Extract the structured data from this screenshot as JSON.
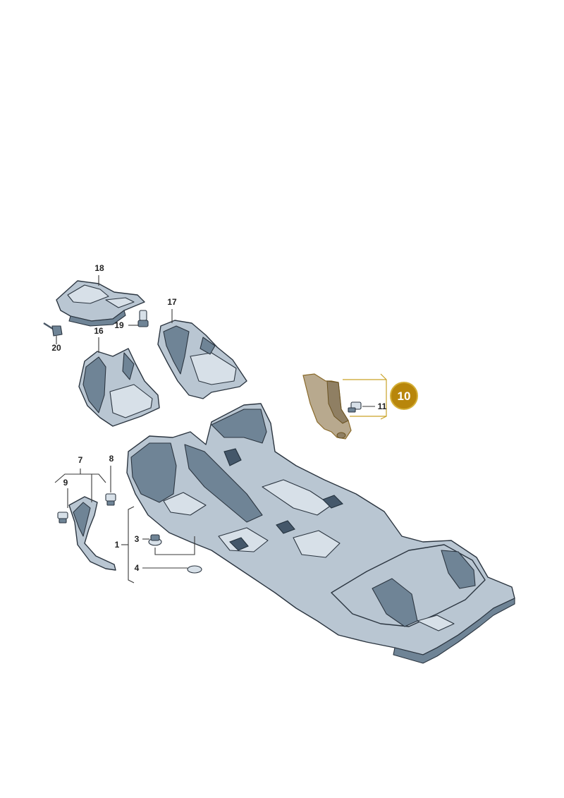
{
  "diagram": {
    "highlight_color": "#b8860b",
    "part_color": "#b9c6d2",
    "callouts": {
      "c1": "1",
      "c3": "3",
      "c4": "4",
      "c7": "7",
      "c8": "8",
      "c9": "9",
      "c10": "10",
      "c11": "11",
      "c16": "16",
      "c17": "17",
      "c18": "18",
      "c19": "19",
      "c20": "20"
    }
  }
}
